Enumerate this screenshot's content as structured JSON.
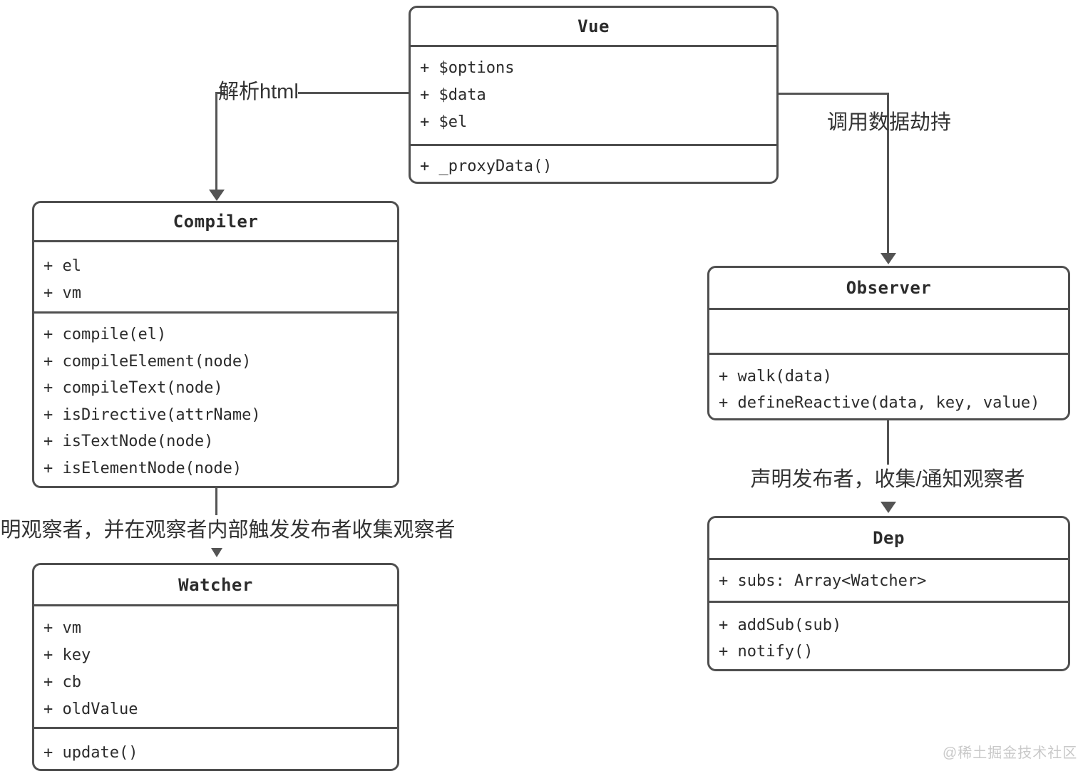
{
  "diagram": {
    "title_context": "Vue reactivity UML class diagram",
    "colors": {
      "background": "#ffffff",
      "stroke": "#4f4f4f",
      "arrow": "#545454",
      "text": "#2b2b2b",
      "label_text": "#333333",
      "watermark_text": "#c9c9c9"
    },
    "classes": {
      "vue": {
        "title": "Vue",
        "attributes": [
          "+ $options",
          "+ $data",
          "+ $el"
        ],
        "methods": [
          "+ _proxyData()"
        ]
      },
      "compiler": {
        "title": "Compiler",
        "attributes": [
          "+ el",
          "+ vm"
        ],
        "methods": [
          "+ compile(el)",
          "+ compileElement(node)",
          "+ compileText(node)",
          "+ isDirective(attrName)",
          "+ isTextNode(node)",
          "+ isElementNode(node)"
        ]
      },
      "observer": {
        "title": "Observer",
        "attributes": [],
        "methods": [
          "+ walk(data)",
          "+ defineReactive(data, key, value)"
        ]
      },
      "watcher": {
        "title": "Watcher",
        "attributes": [
          "+ vm",
          "+ key",
          "+ cb",
          "+ oldValue"
        ],
        "methods": [
          "+ update()"
        ]
      },
      "dep": {
        "title": "Dep",
        "attributes": [
          "+ subs: Array<Watcher>"
        ],
        "methods": [
          "+ addSub(sub)",
          "+ notify()"
        ]
      }
    },
    "edges": {
      "vue_to_compiler": {
        "label": "解析html"
      },
      "vue_to_observer": {
        "label": "调用数据劫持"
      },
      "compiler_to_watcher": {
        "label": "声明观察者，并在观察者内部触发发布者收集观察者"
      },
      "observer_to_dep": {
        "label": "声明发布者，收集/通知观察者"
      }
    },
    "watermark": {
      "text": "@稀土掘金技术社区"
    }
  }
}
